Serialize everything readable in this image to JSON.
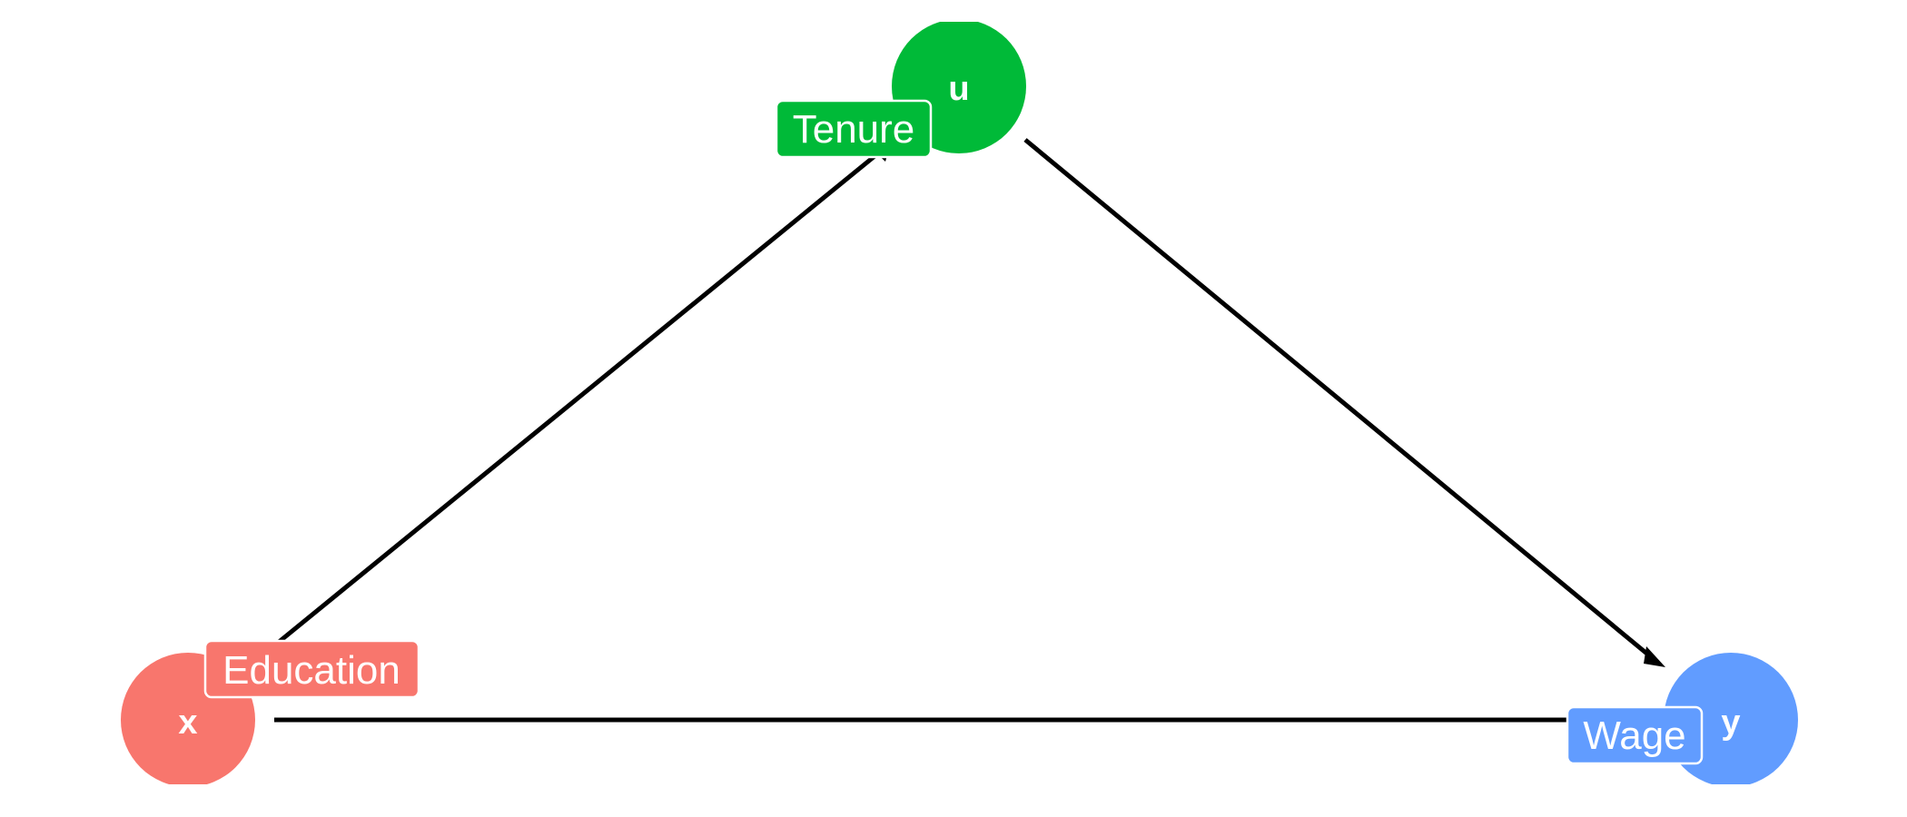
{
  "nodes": {
    "u": {
      "letter": "u",
      "label": "Tenure",
      "color": "#00BA38"
    },
    "x": {
      "letter": "x",
      "label": "Education",
      "color": "#F8766D"
    },
    "y": {
      "letter": "y",
      "label": "Wage",
      "color": "#619CFF"
    }
  },
  "edges": [
    {
      "from": "x",
      "to": "u",
      "arrow": true
    },
    {
      "from": "u",
      "to": "y",
      "arrow": true
    },
    {
      "from": "x",
      "to": "y",
      "arrow": true
    }
  ],
  "edge_color": "#000000",
  "label_text_color": "#ffffff"
}
